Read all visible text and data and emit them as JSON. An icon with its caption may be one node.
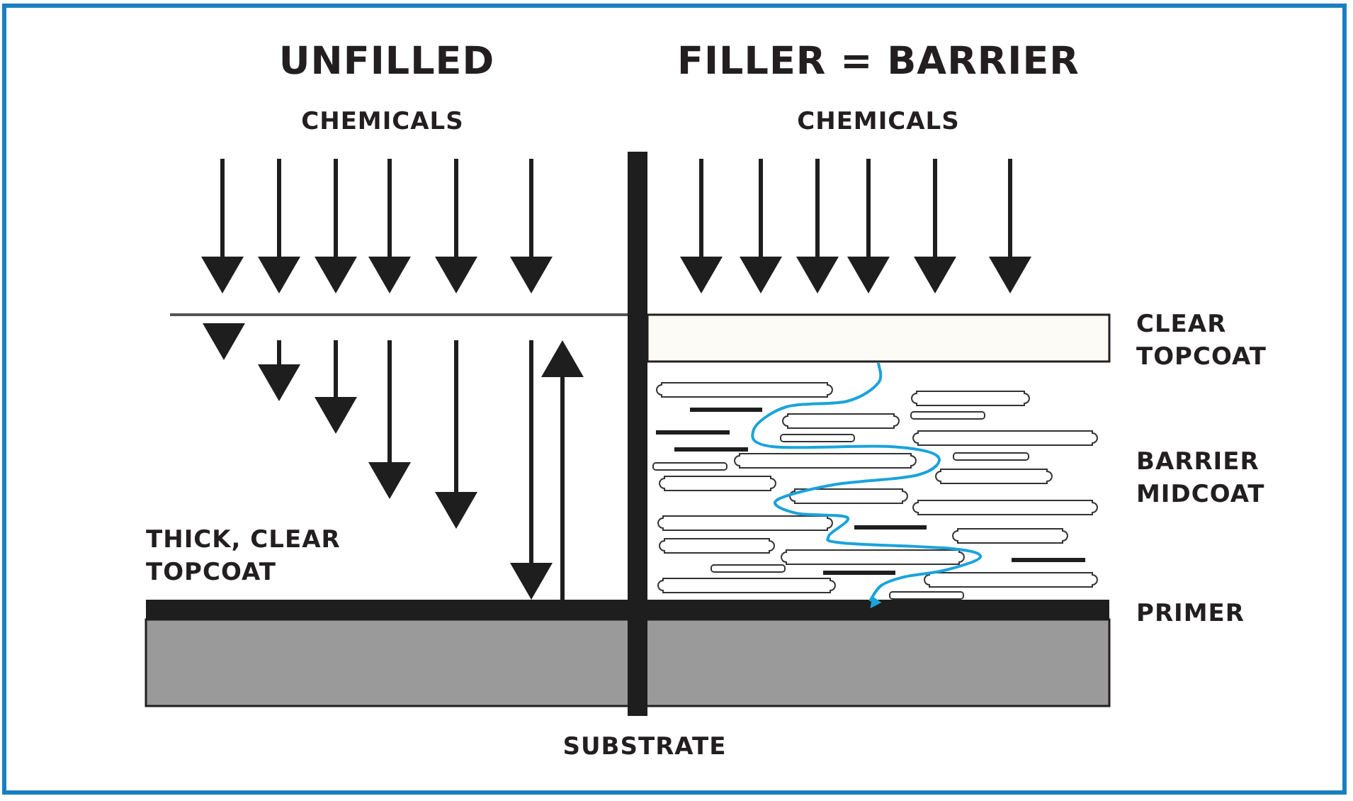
{
  "diagram": {
    "nodes": [
      {
        "text": [
          "CLEAR TOPCOAT"
        ]
      },
      {
        "text": [
          "BARRIER MIDCOAT"
        ]
      },
      {
        "text": [
          "THICK, CLEAR TOPCOAT"
        ]
      },
      {
        "text": [
          "PRIMER"
        ]
      },
      {
        "text": [
          "SUBSTRATE"
        ]
      }
    ],
    "labels": [
      "UNFILLED",
      "FILLER = BARRIER",
      "CHEMICALS",
      "CHEMICALS"
    ]
  }
}
